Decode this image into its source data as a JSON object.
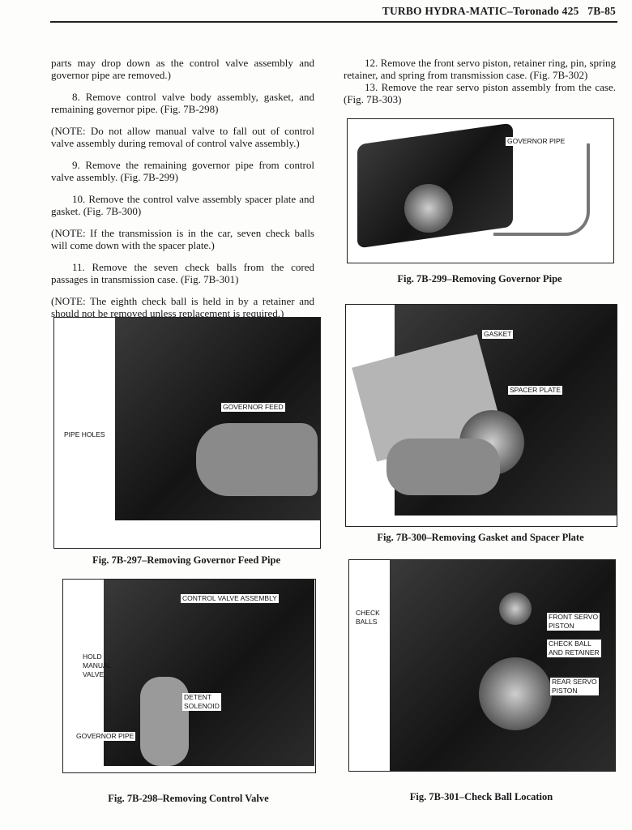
{
  "header": {
    "title": "TURBO HYDRA-MATIC–Toronado 425",
    "page": "7B-85"
  },
  "left_column": [
    "parts may drop down as the control valve assembly and governor pipe are removed.)",
    "8. Remove control valve body assembly, gasket, and remaining governor pipe. (Fig. 7B-298)",
    "(NOTE: Do not allow manual valve to fall out of control valve assembly during removal of control valve assembly.)",
    "9. Remove the remaining governor pipe from control valve assembly. (Fig. 7B-299)",
    "10. Remove the control valve assembly spacer plate and gasket. (Fig. 7B-300)",
    "(NOTE: If the transmission is in the car, seven check balls will come down with the spacer plate.)",
    "11. Remove the seven check balls from the cored passages in transmission case. (Fig. 7B-301)",
    "(NOTE: The eighth check ball is held in by a retainer and should not be removed unless replacement is required.)"
  ],
  "right_column": [
    "12. Remove the front servo piston, retainer ring, pin, spring retainer, and spring from transmission case. (Fig. 7B-302)",
    "13. Remove the rear servo piston assembly from the case. (Fig. 7B-303)"
  ],
  "figures": {
    "fig297": {
      "caption": "Fig. 7B-297–Removing Governor Feed Pipe",
      "labels": [
        "GOVERNOR FEED",
        "PIPE HOLES"
      ]
    },
    "fig298": {
      "caption": "Fig. 7B-298–Removing Control Valve",
      "labels": [
        "CONTROL VALVE ASSEMBLY",
        "HOLD",
        "MANUAL",
        "VALVE",
        "DETENT",
        "SOLENOID",
        "GOVERNOR PIPE"
      ]
    },
    "fig299": {
      "caption": "Fig. 7B-299–Removing Governor Pipe",
      "labels": [
        "GOVERNOR PIPE"
      ]
    },
    "fig300": {
      "caption": "Fig. 7B-300–Removing Gasket and Spacer Plate",
      "labels": [
        "GASKET",
        "SPACER PLATE"
      ]
    },
    "fig301": {
      "caption": "Fig. 7B-301–Check Ball Location",
      "labels": [
        "CHECK",
        "BALLS",
        "FRONT SERVO",
        "PISTON",
        "CHECK BALL",
        "AND RETAINER",
        "REAR SERVO",
        "PISTON"
      ]
    }
  }
}
